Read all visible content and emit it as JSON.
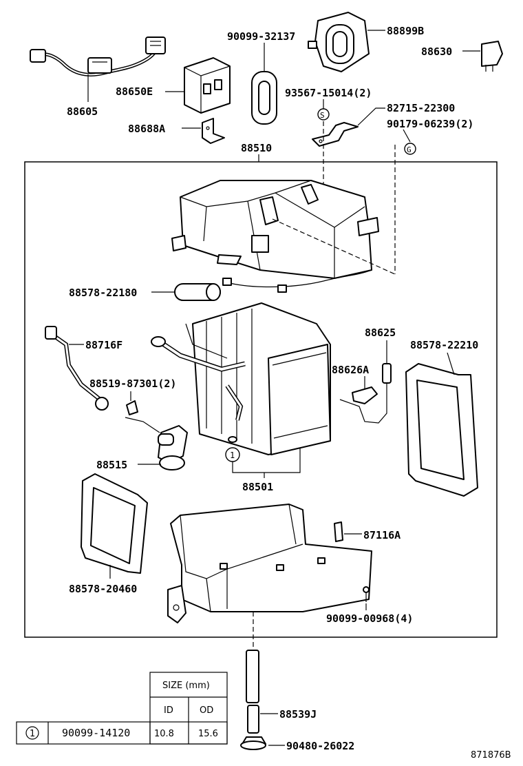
{
  "diagram_id": "871876B",
  "parts": {
    "p88605": "88605",
    "p88650E": "88650E",
    "p88688A": "88688A",
    "p90099_32137": "90099-32137",
    "p88899B": "88899B",
    "p88630": "88630",
    "p93567_15014": "93567-15014(2)",
    "p82715_22300": "82715-22300",
    "p90179_06239": "90179-06239(2)",
    "p88510": "88510",
    "p88578_22180": "88578-22180",
    "p88716F": "88716F",
    "p88519_87301": "88519-87301(2)",
    "p88515": "88515",
    "p88501": "88501",
    "p88625": "88625",
    "p88626A": "88626A",
    "p88578_22210": "88578-22210",
    "p88578_20460": "88578-20460",
    "p87116A": "87116A",
    "p90099_00968": "90099-00968(4)",
    "p88539J": "88539J",
    "p90480_26022": "90480-26022"
  },
  "markers": {
    "s_marker": "S",
    "g_marker": "G",
    "ref1": "1"
  },
  "size_table": {
    "header": "SIZE (mm)",
    "col_id": "ID",
    "col_od": "OD",
    "rows": [
      {
        "ref": "1",
        "part": "90099-14120",
        "id": "10.8",
        "od": "15.6"
      }
    ]
  }
}
